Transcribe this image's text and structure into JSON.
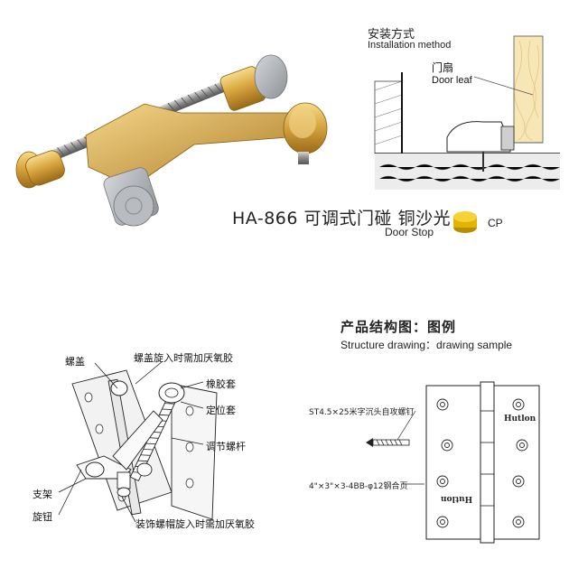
{
  "installation": {
    "title_cn": "安装方式",
    "title_en": "Installation method",
    "door_cn": "门扇",
    "door_en": "Door leaf"
  },
  "product": {
    "model": "HA-866 可调式门碰 铜沙光",
    "name_en": "Door Stop",
    "finish_code": "CP",
    "finish_color": "#e2b400"
  },
  "parts": {
    "screw_cap": "螺盖",
    "cap_glue": "螺盖旋入时需加厌氧胶",
    "rubber_sleeve": "橡胶套",
    "locating_sleeve": "定位套",
    "adjust_screw": "调节螺杆",
    "bracket": "支架",
    "hinge_knob": "旋钮",
    "deco_cap_glue": "装饰螺帽旋入时需加厌氧胶"
  },
  "structure": {
    "title_cn": "产品结构图：图例",
    "title_en": "Structure drawing：drawing sample",
    "screw_spec": "ST4.5×25米字沉头自攻螺钉",
    "hinge_spec": "4\"×3\"×3-4BB-φ12钢合页",
    "brand": "Hutlon"
  }
}
